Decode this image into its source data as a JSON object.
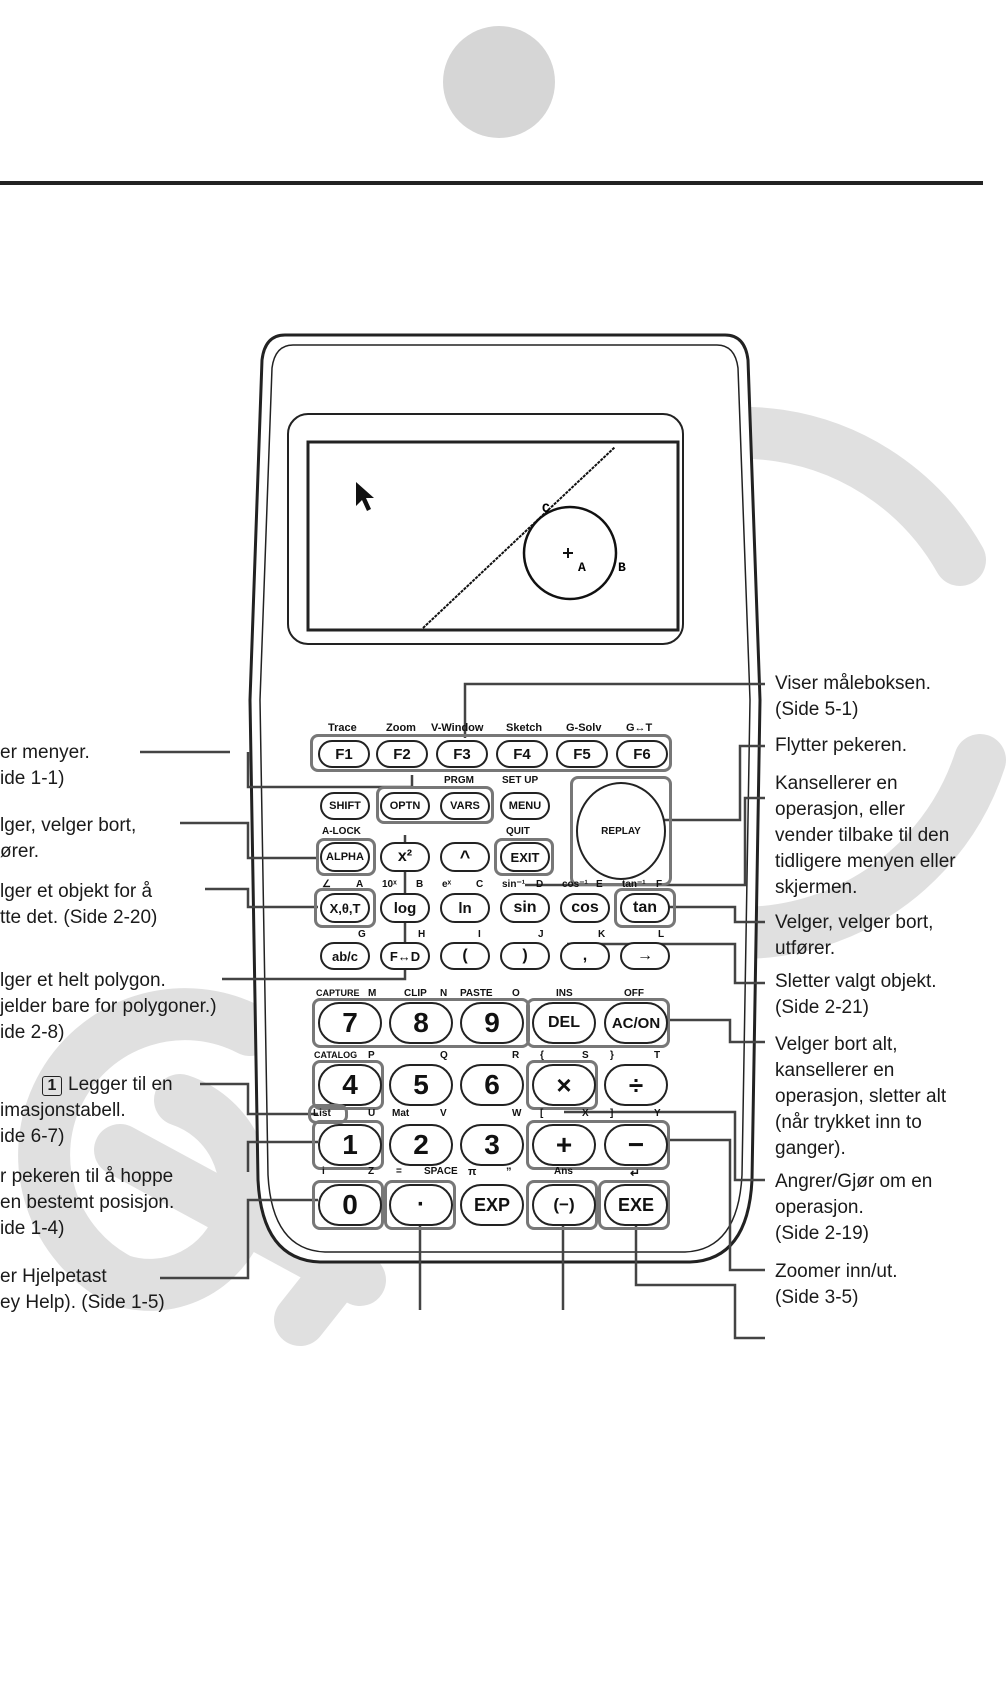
{
  "screen": {
    "point_a": "A",
    "point_b": "B",
    "point_c": "C"
  },
  "keys": {
    "f": [
      "F1",
      "F2",
      "F3",
      "F4",
      "F5",
      "F6"
    ],
    "f_secondary": [
      "Trace",
      "Zoom",
      "V-Window",
      "Sketch",
      "G-Solv",
      "G↔T"
    ],
    "shift": "SHIFT",
    "optn": "OPTN",
    "vars": "VARS",
    "menu": "MENU",
    "prgm": "PRGM",
    "setup": "SET UP",
    "alpha": "ALPHA",
    "alock": "A-LOCK",
    "square": "x²",
    "caret": "^",
    "exit": "EXIT",
    "quit": "QUIT",
    "xthetat": "X,θ,T",
    "log": "log",
    "ln": "ln",
    "sin": "sin",
    "cos": "cos",
    "tan": "tan",
    "abc": "ab/c",
    "fd": "F↔D",
    "lparen": "(",
    "rparen": ")",
    "comma": ",",
    "arrow": "→",
    "replay": "REPLAY",
    "row2_sec": [
      "∠",
      "A",
      "10ˣ",
      "B",
      "eˣ",
      "C",
      "sin⁻¹",
      "D",
      "cos⁻¹",
      "E",
      "tan⁻¹",
      "F"
    ],
    "row3_sec": [
      "G",
      "H",
      "I",
      "J",
      "K",
      "L"
    ],
    "d7": "7",
    "d8": "8",
    "d9": "9",
    "del": "DEL",
    "acon": "AC/ON",
    "d4": "4",
    "d5": "5",
    "d6": "6",
    "mul": "×",
    "div": "÷",
    "d1": "1",
    "d2": "2",
    "d3": "3",
    "plus": "+",
    "minus": "−",
    "d0": "0",
    "dot": "·",
    "exp": "EXP",
    "neg": "(−)",
    "exe": "EXE",
    "row4_sec": [
      "CAPTURE",
      "M",
      "CLIP",
      "N",
      "PASTE",
      "O",
      "INS",
      "OFF"
    ],
    "row5_sec": [
      "CATALOG",
      "P",
      "Q",
      "R",
      "{",
      "S",
      "}",
      "T"
    ],
    "row6_sec": [
      "List",
      "U",
      "Mat",
      "V",
      "W",
      "[",
      "X",
      "]",
      "Y"
    ],
    "row7_sec": [
      "i",
      "Z",
      "=",
      "SPACE",
      "π",
      "”",
      "Ans",
      "↵"
    ]
  },
  "left_labels": [
    {
      "lines": [
        "er menyer.",
        "ide 1-1)"
      ]
    },
    {
      "lines": [
        "lger, velger bort,",
        "ører."
      ]
    },
    {
      "lines": [
        "lger et objekt for å",
        "tte det. (Side 2-20)"
      ]
    },
    {
      "lines": [
        "lger et helt polygon.",
        "jelder bare for polygoner.)",
        "ide 2-8)"
      ]
    },
    {
      "box": "1",
      "lines": [
        "Legger til en",
        "imasjonstabell.",
        "ide 6-7)"
      ]
    },
    {
      "lines": [
        "r pekeren til å hoppe",
        "en bestemt posisjon.",
        "ide 1-4)"
      ]
    },
    {
      "lines": [
        "er Hjelpetast",
        "ey Help). (Side 1-5)"
      ]
    }
  ],
  "right_labels": [
    {
      "lines": [
        "Viser måleboksen.",
        "(Side 5-1)"
      ]
    },
    {
      "lines": [
        "Flytter pekeren."
      ]
    },
    {
      "lines": [
        "Kansellerer en",
        "operasjon, eller",
        "vender tilbake til den",
        "tidligere menyen eller",
        "skjermen."
      ]
    },
    {
      "lines": [
        "Velger, velger bort,",
        "utfører."
      ]
    },
    {
      "lines": [
        "Sletter valgt objekt.",
        "(Side 2-21)"
      ]
    },
    {
      "lines": [
        "Velger bort alt,",
        "kansellerer en",
        "operasjon, sletter alt",
        "(når trykket inn to",
        "ganger)."
      ]
    },
    {
      "lines": [
        "Angrer/Gjør om en",
        "operasjon.",
        "(Side 2-19)"
      ]
    },
    {
      "lines": [
        "Zoomer inn/ut.",
        "(Side 3-5)"
      ]
    }
  ]
}
